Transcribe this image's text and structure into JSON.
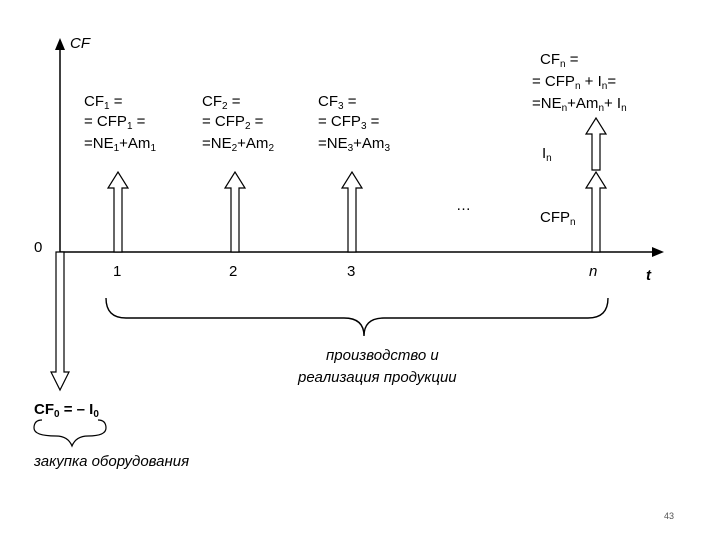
{
  "axes": {
    "y_label": "CF",
    "origin_label": "0",
    "x_label": "t"
  },
  "periods": {
    "p1": "1",
    "p2": "2",
    "p3": "3",
    "pn": "n",
    "ellipsis": "…"
  },
  "flows": {
    "cf1": {
      "l1a": "CF",
      "l1s": "1",
      "l1b": " =",
      "l2a": "= CFP",
      "l2s": "1",
      "l2b": " =",
      "l3a": "=NE",
      "l3s": "1",
      "l3b": "+Am",
      "l3s2": "1"
    },
    "cf2": {
      "l1a": "CF",
      "l1s": "2",
      "l1b": " =",
      "l2a": "= CFP",
      "l2s": "2",
      "l2b": " =",
      "l3a": "=NE",
      "l3s": "2",
      "l3b": "+Am",
      "l3s2": "2"
    },
    "cf3": {
      "l1a": "CF",
      "l1s": "3",
      "l1b": " =",
      "l2a": "= CFP",
      "l2s": "3",
      "l2b": " =",
      "l3a": "=NE",
      "l3s": "3",
      "l3b": "+Am",
      "l3s2": "3"
    },
    "cfn": {
      "l1a": "CF",
      "l1s": "n",
      "l1b": " =",
      "l2a": "= CFP",
      "l2s": "n",
      "l2b": " + I",
      "l2s2": "n",
      "l2c": "=",
      "l3a": "=NE",
      "l3s": "n",
      "l3b": "+Am",
      "l3s2": "n",
      "l3c": "+ I",
      "l3s3": "n"
    },
    "in_label": {
      "a": "I",
      "s": "n"
    },
    "cfpn_label": {
      "a": "CFP",
      "s": "n"
    },
    "cf0": {
      "a": "CF",
      "s": "0",
      "b": " = – I",
      "s2": "0"
    }
  },
  "braces": {
    "production_l1": "производство и",
    "production_l2": "реализация продукции",
    "purchase": "закупка оборудования"
  },
  "page_number": "43"
}
